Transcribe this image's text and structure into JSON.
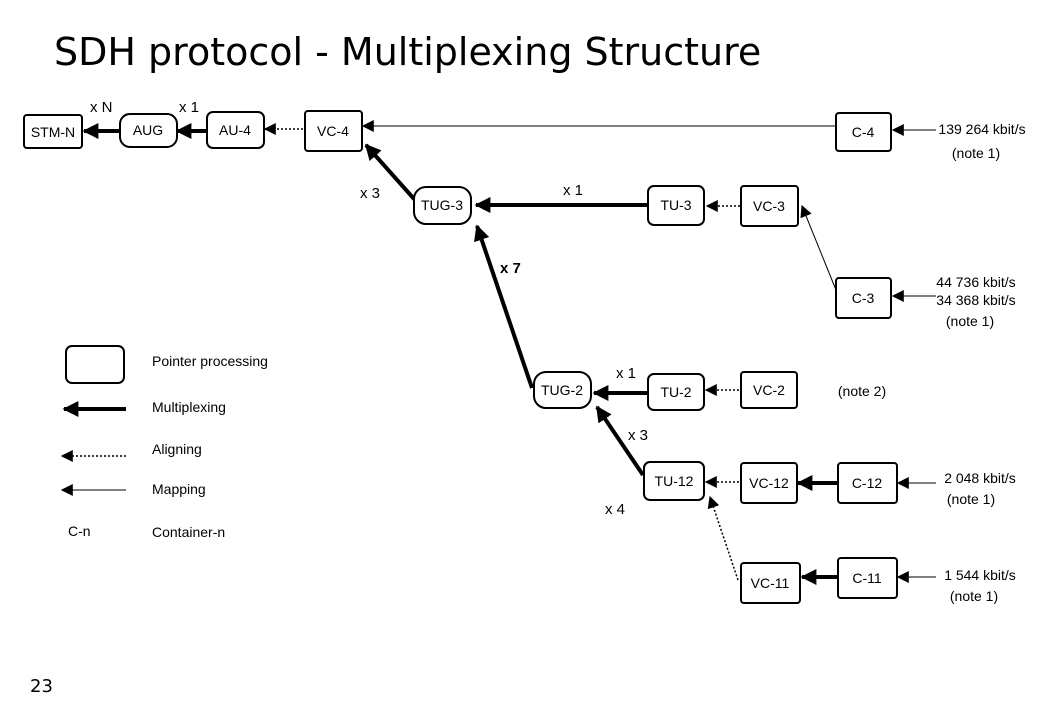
{
  "title": "SDH protocol - Multiplexing Structure",
  "page_number": "23",
  "boxes": {
    "stm_n": "STM-N",
    "aug": "AUG",
    "au4": "AU-4",
    "vc4": "VC-4",
    "c4": "C-4",
    "tug3": "TUG-3",
    "tu3": "TU-3",
    "vc3": "VC-3",
    "c3": "C-3",
    "tug2": "TUG-2",
    "tu2": "TU-2",
    "vc2": "VC-2",
    "tu12": "TU-12",
    "vc12": "VC-12",
    "c12": "C-12",
    "vc11": "VC-11",
    "c11": "C-11"
  },
  "multipliers": {
    "aug_stm": "x N",
    "au4_aug": "x 1",
    "tug3_vc4": "x 3",
    "tu3_tug3": "x 1",
    "tug2_tug3": "x 7",
    "tu2_tug2": "x 1",
    "tu12_tug2": "x 3",
    "tu11_tug2": "x 4"
  },
  "rates": {
    "c4_rate": "139 264 kbit/s",
    "c4_note": "(note 1)",
    "c3_rate1": "44 736 kbit/s",
    "c3_rate2": "34 368 kbit/s",
    "c3_note": "(note 1)",
    "vc2_note": "(note 2)",
    "c12_rate": "2 048 kbit/s",
    "c12_note": "(note 1)",
    "c11_rate": "1 544 kbit/s",
    "c11_note": "(note 1)"
  },
  "legend": {
    "pointer": "Pointer processing",
    "multiplexing": "Multiplexing",
    "aligning": "Aligning",
    "mapping": "Mapping",
    "cn_symbol": "C-n",
    "container": "Container-n"
  }
}
